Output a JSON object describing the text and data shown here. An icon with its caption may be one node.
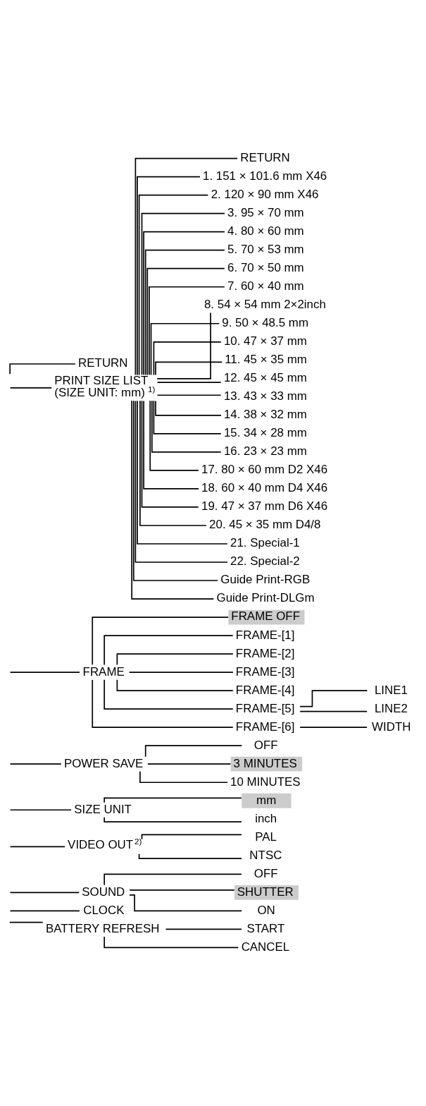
{
  "diagram": {
    "nodes": [
      {
        "text": [
          "RETURN"
        ]
      },
      {
        "text": [
          "PRINT SIZE LIST",
          "(SIZE UNIT: mm)$^{1)}$"
        ]
      },
      {
        "text": [
          "RETURN"
        ]
      },
      {
        "text": [
          "1. 151 × 101.6 mm X46"
        ]
      },
      {
        "text": [
          "2. 120 × 90 mm X46"
        ]
      },
      {
        "text": [
          "3. 95 × 70 mm"
        ]
      },
      {
        "text": [
          "4. 80 × 60 mm"
        ]
      },
      {
        "text": [
          "5. 70 × 53 mm"
        ]
      },
      {
        "text": [
          "6. 70 × 50 mm"
        ]
      },
      {
        "text": [
          "7. 60 × 40 mm"
        ]
      },
      {
        "text": [
          "8. 54 × 54 mm 2×2inch"
        ]
      },
      {
        "text": [
          "9. 50 × 48.5 mm"
        ]
      },
      {
        "text": [
          "10. 47 × 37 mm"
        ]
      },
      {
        "text": [
          "11. 45 × 35 mm"
        ]
      },
      {
        "text": [
          "12. 45 × 45 mm"
        ]
      },
      {
        "text": [
          "13. 43 × 33 mm"
        ]
      },
      {
        "text": [
          "14. 38 × 32 mm"
        ]
      },
      {
        "text": [
          "15. 34 × 28 mm"
        ]
      },
      {
        "text": [
          "16. 23 × 23 mm"
        ]
      },
      {
        "text": [
          "17. 80 × 60 mm D2 X46"
        ]
      },
      {
        "text": [
          "18. 60 × 40 mm D4 X46"
        ]
      },
      {
        "text": [
          "19. 47 × 37 mm D6 X46"
        ]
      },
      {
        "text": [
          "20. 45 × 35 mm D4/8"
        ]
      },
      {
        "text": [
          "21. Special-1"
        ]
      },
      {
        "text": [
          "22. Special-2"
        ]
      },
      {
        "text": [
          "Guide Print-RGB"
        ]
      },
      {
        "text": [
          "Guide Print-DLGm"
        ]
      },
      {
        "text": [
          "FRAME"
        ]
      },
      {
        "text": [
          "FRAME OFF"
        ]
      },
      {
        "text": [
          "FRAME-[1]"
        ]
      },
      {
        "text": [
          "FRAME-[2]"
        ]
      },
      {
        "text": [
          "FRAME-[3]"
        ]
      },
      {
        "text": [
          "FRAME-[4]"
        ]
      },
      {
        "text": [
          "FRAME-[5]"
        ]
      },
      {
        "text": [
          "FRAME-[6]"
        ]
      },
      {
        "text": [
          "LINE1"
        ]
      },
      {
        "text": [
          "LINE2"
        ]
      },
      {
        "text": [
          "WIDTH"
        ]
      },
      {
        "text": [
          "POWER SAVE"
        ]
      },
      {
        "text": [
          "OFF"
        ]
      },
      {
        "text": [
          "3 MINUTES"
        ]
      },
      {
        "text": [
          "10 MINUTES"
        ]
      },
      {
        "text": [
          "SIZE UNIT"
        ]
      },
      {
        "text": [
          "mm"
        ]
      },
      {
        "text": [
          "inch"
        ]
      },
      {
        "text": [
          "VIDEO OUT$^{2)}$"
        ]
      },
      {
        "text": [
          "PAL"
        ]
      },
      {
        "text": [
          "NTSC"
        ]
      },
      {
        "text": [
          "SOUND"
        ]
      },
      {
        "text": [
          "OFF"
        ]
      },
      {
        "text": [
          "SHUTTER"
        ]
      },
      {
        "text": [
          "ON"
        ]
      },
      {
        "text": [
          "CLOCK"
        ]
      },
      {
        "text": [
          "BATTERY REFRESH"
        ]
      },
      {
        "text": [
          "START"
        ]
      },
      {
        "text": [
          "CANCEL"
        ]
      }
    ],
    "edges": [
      {
        "from": null,
        "to": 0,
        "arrow": "none"
      },
      {
        "from": null,
        "to": 1,
        "arrow": "none"
      },
      {
        "from": 1,
        "to": 2,
        "arrow": "none"
      },
      {
        "from": 1,
        "to": 3,
        "arrow": "none"
      },
      {
        "from": 1,
        "to": 4,
        "arrow": "none"
      },
      {
        "from": 1,
        "to": 5,
        "arrow": "none"
      },
      {
        "from": 1,
        "to": 6,
        "arrow": "none"
      },
      {
        "from": 1,
        "to": 7,
        "arrow": "none"
      },
      {
        "from": 1,
        "to": 8,
        "arrow": "none"
      },
      {
        "from": 1,
        "to": 9,
        "arrow": "none"
      },
      {
        "from": 1,
        "to": 10,
        "arrow": "none"
      },
      {
        "from": 1,
        "to": 11,
        "arrow": "none"
      },
      {
        "from": 1,
        "to": 12,
        "arrow": "none"
      },
      {
        "from": 1,
        "to": 13,
        "arrow": "none"
      },
      {
        "from": 1,
        "to": 14,
        "arrow": "none"
      },
      {
        "from": 1,
        "to": 15,
        "arrow": "none"
      },
      {
        "from": 1,
        "to": 16,
        "arrow": "none"
      },
      {
        "from": 1,
        "to": 17,
        "arrow": "none"
      },
      {
        "from": 1,
        "to": 18,
        "arrow": "none"
      },
      {
        "from": 1,
        "to": 19,
        "arrow": "none"
      },
      {
        "from": 1,
        "to": 20,
        "arrow": "none"
      },
      {
        "from": 1,
        "to": 21,
        "arrow": "none"
      },
      {
        "from": 1,
        "to": 22,
        "arrow": "none"
      },
      {
        "from": 1,
        "to": 23,
        "arrow": "none"
      },
      {
        "from": 1,
        "to": 24,
        "arrow": "none"
      },
      {
        "from": 1,
        "to": 25,
        "arrow": "none"
      },
      {
        "from": 1,
        "to": 26,
        "arrow": "none"
      },
      {
        "from": null,
        "to": 27,
        "arrow": "none"
      },
      {
        "from": 27,
        "to": 28,
        "arrow": "none"
      },
      {
        "from": 27,
        "to": 29,
        "arrow": "none"
      },
      {
        "from": 27,
        "to": 30,
        "arrow": "none"
      },
      {
        "from": 27,
        "to": 31,
        "arrow": "none"
      },
      {
        "from": 27,
        "to": 32,
        "arrow": "none"
      },
      {
        "from": 27,
        "to": 33,
        "arrow": "none"
      },
      {
        "from": 27,
        "to": 34,
        "arrow": "none"
      },
      {
        "from": 33,
        "to": 35,
        "arrow": "none"
      },
      {
        "from": 33,
        "to": 36,
        "arrow": "none"
      },
      {
        "from": 34,
        "to": 37,
        "arrow": "none"
      },
      {
        "from": null,
        "to": 38,
        "arrow": "none"
      },
      {
        "from": 38,
        "to": 39,
        "arrow": "none"
      },
      {
        "from": 38,
        "to": 40,
        "arrow": "none"
      },
      {
        "from": 38,
        "to": 41,
        "arrow": "none"
      },
      {
        "from": null,
        "to": 42,
        "arrow": "none"
      },
      {
        "from": 42,
        "to": 43,
        "arrow": "none"
      },
      {
        "from": 42,
        "to": 44,
        "arrow": "none"
      },
      {
        "from": null,
        "to": 45,
        "arrow": "none"
      },
      {
        "from": 45,
        "to": 46,
        "arrow": "none"
      },
      {
        "from": 45,
        "to": 47,
        "arrow": "none"
      },
      {
        "from": null,
        "to": 48,
        "arrow": "none"
      },
      {
        "from": 48,
        "to": 49,
        "arrow": "none"
      },
      {
        "from": 48,
        "to": 50,
        "arrow": "none"
      },
      {
        "from": 48,
        "to": 51,
        "arrow": "none"
      },
      {
        "from": null,
        "to": 52,
        "arrow": "none"
      },
      {
        "from": null,
        "to": 53,
        "arrow": "none"
      },
      {
        "from": 53,
        "to": 54,
        "arrow": "none"
      },
      {
        "from": 53,
        "to": 55,
        "arrow": "none"
      }
    ]
  }
}
